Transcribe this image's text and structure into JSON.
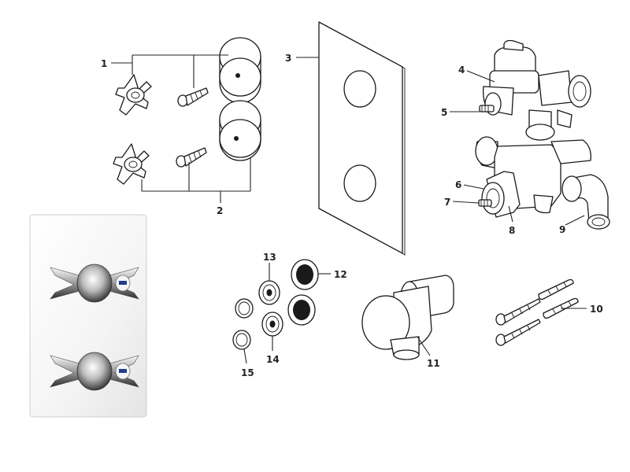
{
  "callouts": [
    {
      "id": "1",
      "text": "1"
    },
    {
      "id": "2",
      "text": "2"
    },
    {
      "id": "3",
      "text": "3"
    },
    {
      "id": "4",
      "text": "4"
    },
    {
      "id": "5",
      "text": "5"
    },
    {
      "id": "6",
      "text": "6"
    },
    {
      "id": "7",
      "text": "7"
    },
    {
      "id": "8",
      "text": "8"
    },
    {
      "id": "9",
      "text": "9"
    },
    {
      "id": "10",
      "text": "10"
    },
    {
      "id": "11",
      "text": "11"
    },
    {
      "id": "12",
      "text": "12"
    },
    {
      "id": "13",
      "text": "13"
    },
    {
      "id": "14",
      "text": "14"
    },
    {
      "id": "15",
      "text": "15"
    }
  ],
  "colors": {
    "line": "#1a1a1a",
    "chrome_dark": "#3a3a3a",
    "chrome_light": "#f2f2f2",
    "panel_gradient_start": "#ffffff",
    "panel_gradient_end": "#e9e9e9",
    "badge_blue": "#1f3d8a"
  }
}
